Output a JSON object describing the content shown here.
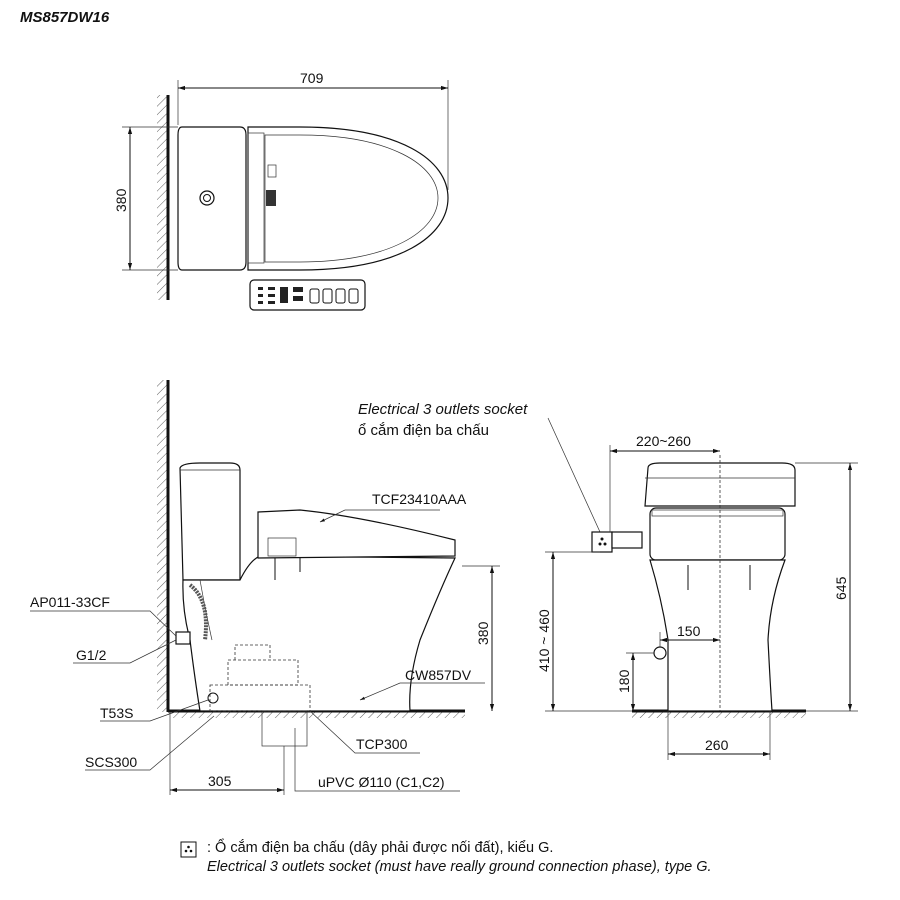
{
  "title": "MS857DW16",
  "top_view": {
    "dim_length": "709",
    "dim_width": "380"
  },
  "side_view": {
    "seat_model": "TCF23410AAA",
    "valve": "AP011-33CF",
    "inlet": "G1/2",
    "part_t53s": "T53S",
    "part_scs300": "SCS300",
    "dim_rough_in": "305",
    "bowl_model": "CW857DV",
    "flange": "TCP300",
    "drain_pipe": "uPVC Ø110 (C1,C2)",
    "dim_seat_height": "380"
  },
  "front_view": {
    "socket_label_en": "Electrical 3 outlets socket",
    "socket_label_vi": "ổ cắm điện ba chấu",
    "dim_socket_offset": "220~260",
    "dim_total_height": "645",
    "dim_socket_height": "410 ~ 460",
    "dim_inlet_offset": "150",
    "dim_inlet_height": "180",
    "dim_base_width": "260"
  },
  "legend": {
    "line_vi": ": Ổ cắm điện ba chấu (dây phải được nối đất), kiểu G.",
    "line_en": "Electrical 3 outlets socket (must have really ground connection phase), type G."
  }
}
